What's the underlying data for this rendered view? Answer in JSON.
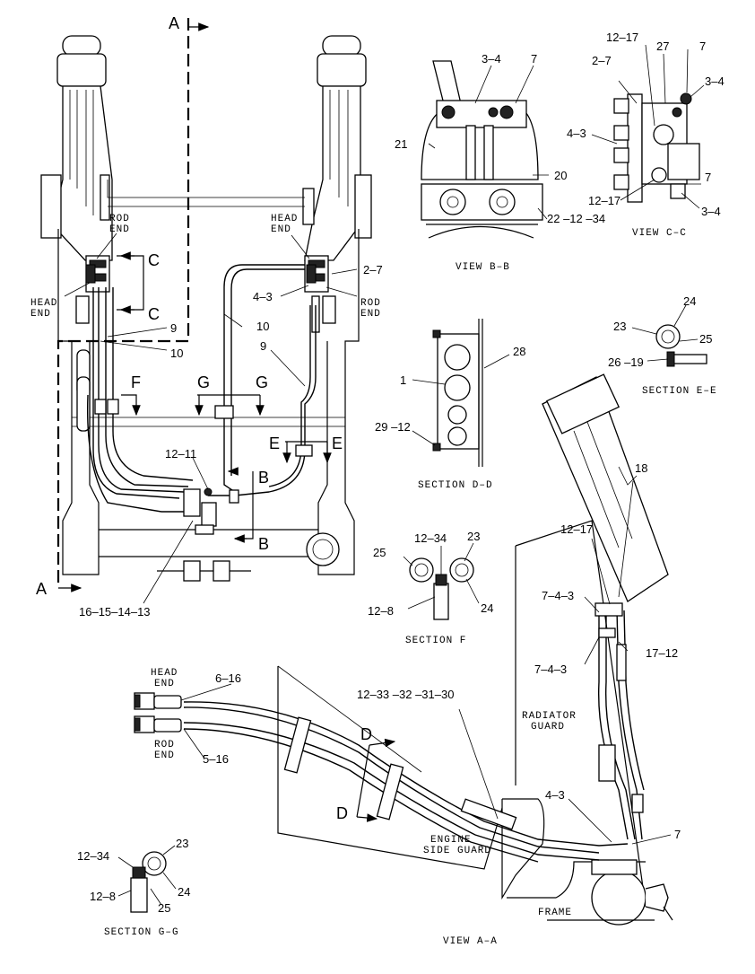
{
  "section_markers": {
    "a_top": "A",
    "a_bottom": "A",
    "b_top": "B",
    "b_bottom": "B",
    "c_top": "C",
    "c_bottom": "C",
    "d_top": "D",
    "d_bottom": "D",
    "e_left": "E",
    "e_right": "E",
    "f": "F",
    "g_left": "G",
    "g_right": "G"
  },
  "main_view": {
    "rod_end_left": "ROD\nEND",
    "head_end_left": "HEAD\nEND",
    "head_end_right": "HEAD\nEND",
    "rod_end_right": "ROD\nEND",
    "callouts": {
      "c2_7": "2–7",
      "c4_3": "4–3",
      "c9_left": "9",
      "c10_left": "10",
      "c10_right": "10",
      "c9_right": "9",
      "c12_11": "12–11",
      "c16_13": "16–15–14–13"
    }
  },
  "view_bb": {
    "caption": "VIEW B–B",
    "callouts": {
      "c3_4": "3–4",
      "c7": "7",
      "c21": "21",
      "c20": "20",
      "c22": "22 –12 –34"
    }
  },
  "view_cc": {
    "caption": "VIEW C–C",
    "callouts": {
      "c12_17a": "12–17",
      "c27": "27",
      "c7a": "7",
      "c2_7": "2–7",
      "c3_4a": "3–4",
      "c4_3": "4–3",
      "c7b": "7",
      "c12_17b": "12–17",
      "c3_4b": "3–4"
    }
  },
  "section_ee": {
    "caption": "SECTION E–E",
    "callouts": {
      "c24": "24",
      "c23": "23",
      "c25": "25",
      "c26_19": "26 –19"
    }
  },
  "section_dd": {
    "caption": "SECTION D–D",
    "callouts": {
      "c28": "28",
      "c1": "1",
      "c29_12": "29 –12"
    }
  },
  "section_f": {
    "caption": "SECTION F",
    "callouts": {
      "c12_34": "12–34",
      "c23": "23",
      "c25": "25",
      "c12_8": "12–8",
      "c24": "24"
    }
  },
  "section_gg": {
    "caption": "SECTION G–G",
    "callouts": {
      "c23": "23",
      "c12_34": "12–34",
      "c24": "24",
      "c12_8": "12–8",
      "c25": "25"
    }
  },
  "view_aa": {
    "caption": "VIEW A–A",
    "labels": {
      "head_end": "HEAD\nEND",
      "rod_end": "ROD\nEND",
      "radiator_guard": "RADIATOR\nGUARD",
      "engine_side_guard": "ENGINE\nSIDE GUARD",
      "frame": "FRAME"
    },
    "callouts": {
      "c6_16": "6–16",
      "c5_16": "5–16",
      "c12_30": "12–33 –32 –31–30",
      "c18": "18",
      "c12_17": "12–17",
      "c7_4_3a": "7–4–3",
      "c7_4_3b": "7–4–3",
      "c17_12": "17–12",
      "c4_3": "4–3",
      "c7": "7"
    }
  }
}
